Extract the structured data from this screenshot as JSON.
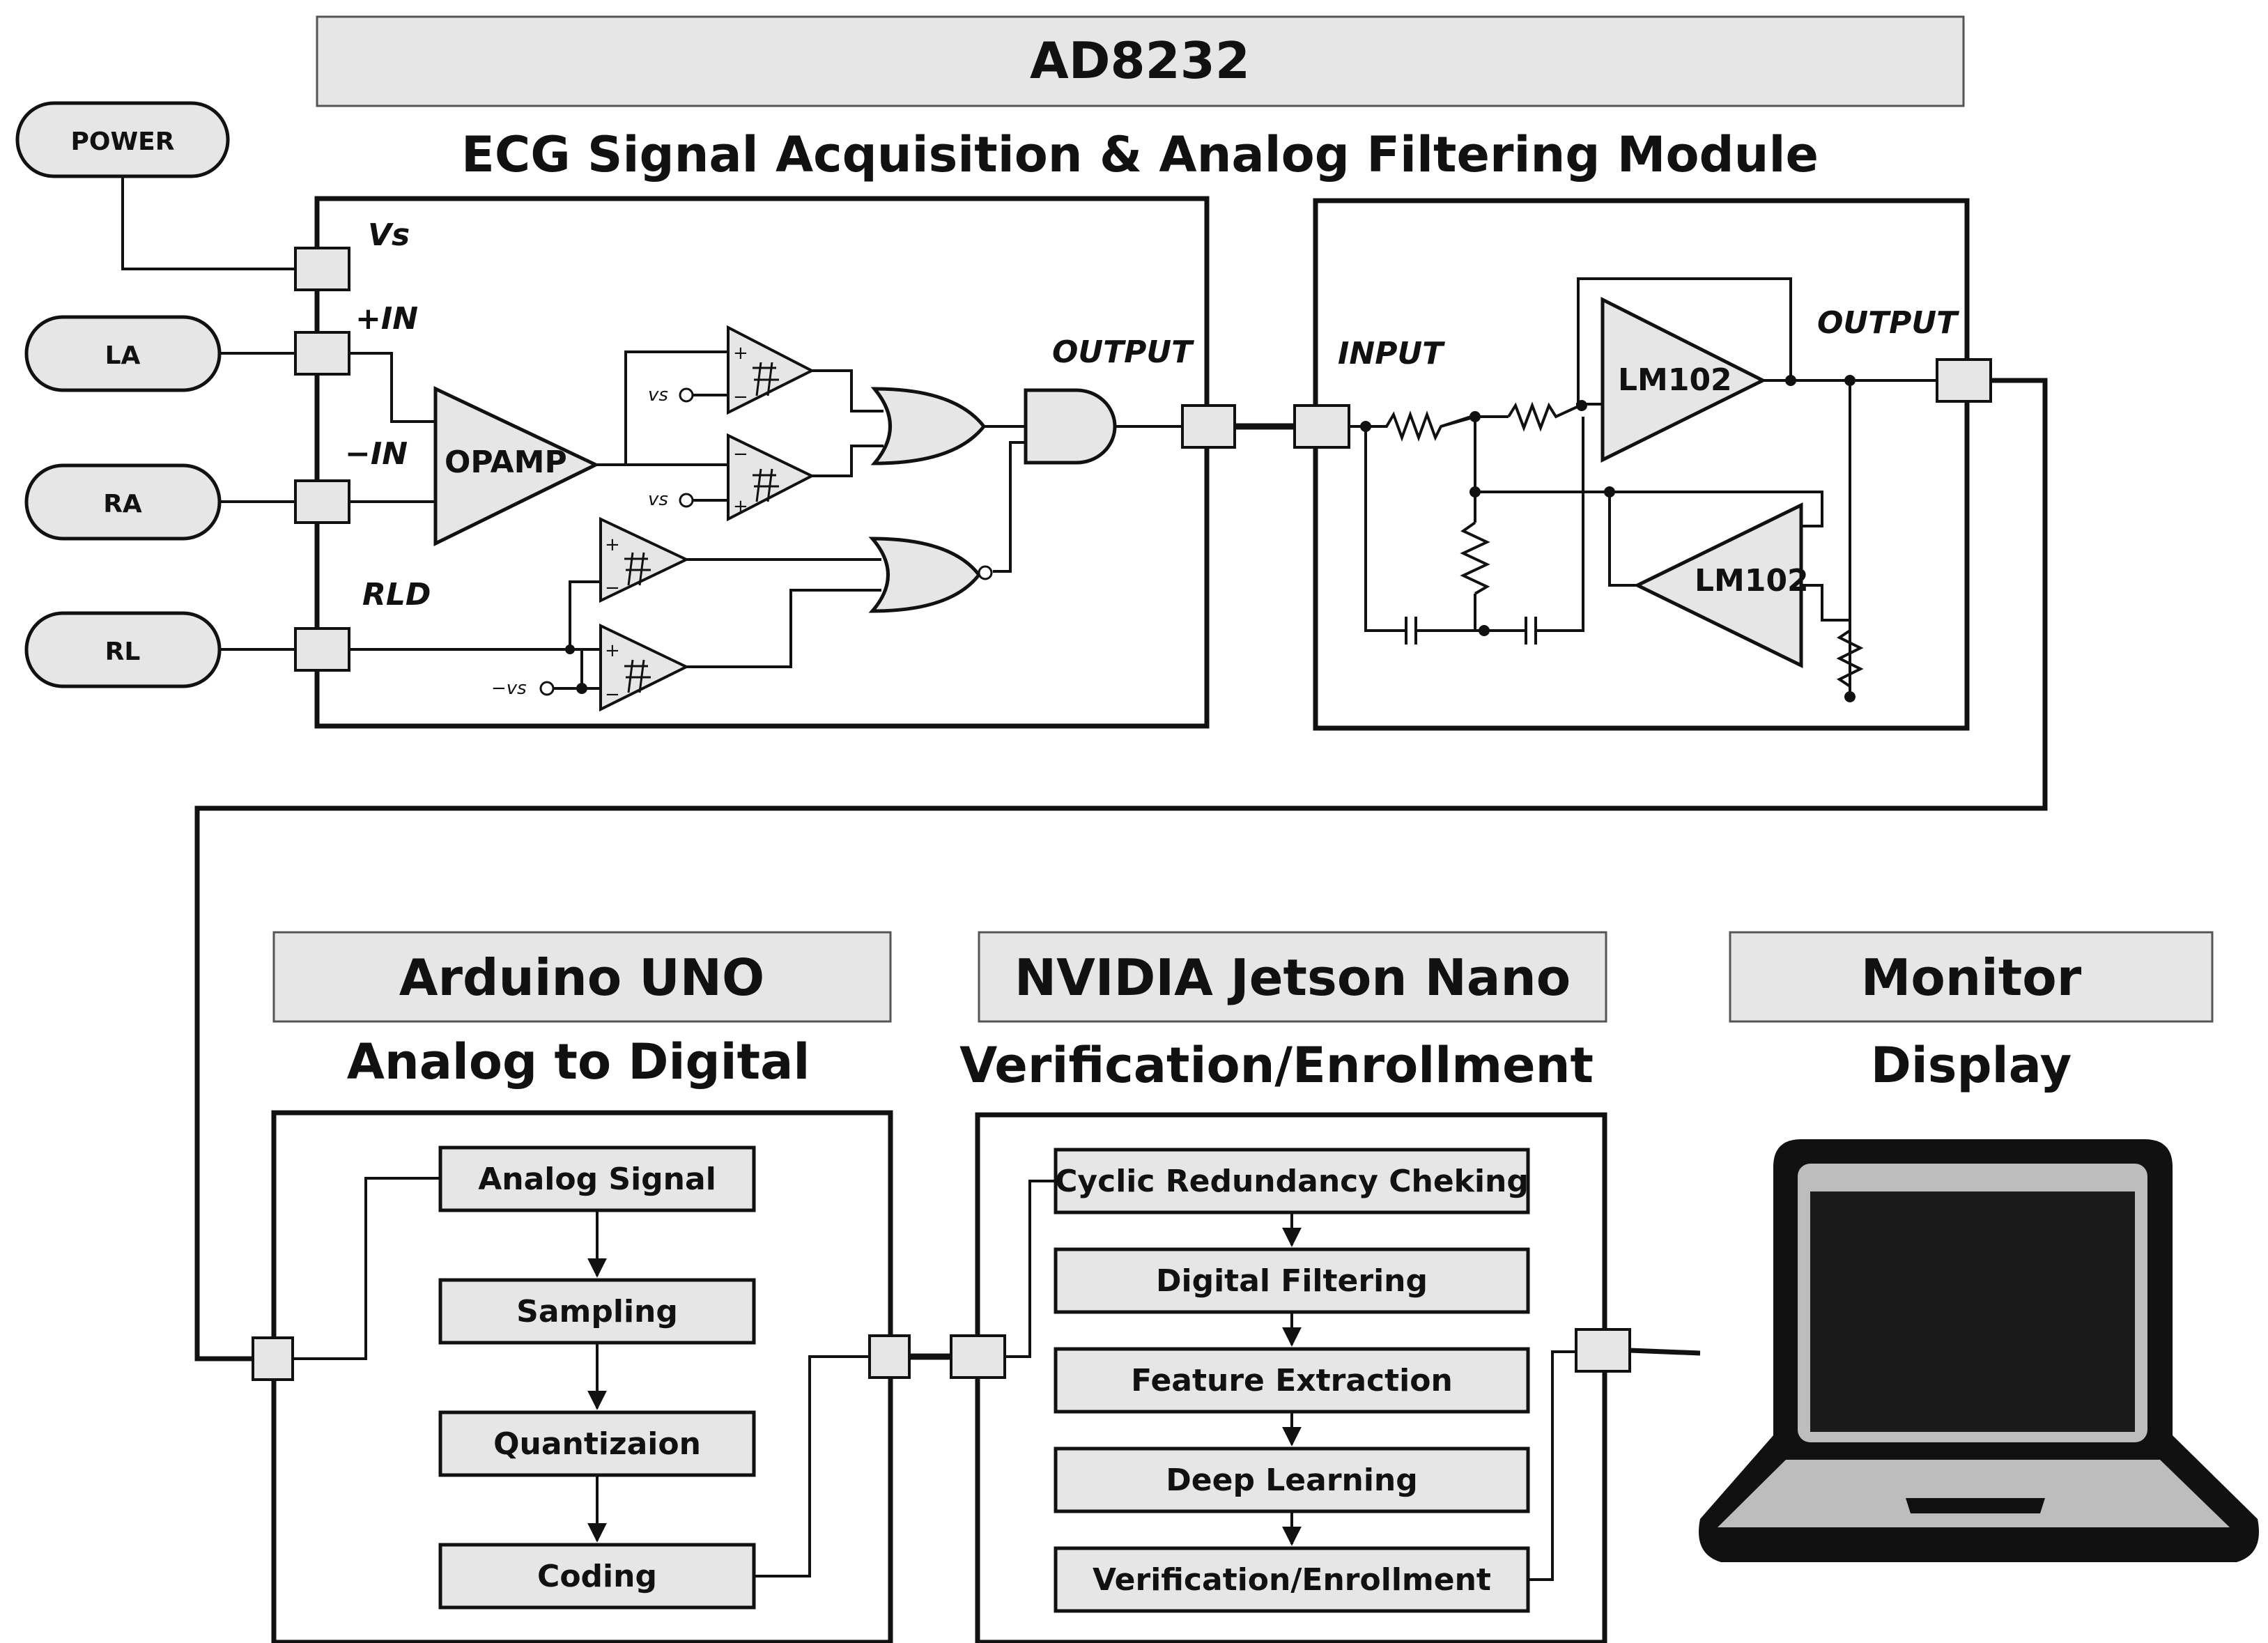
{
  "ad8232": {
    "chip_title": "AD8232",
    "module_title": "ECG Signal Acquisition & Analog Filtering Module",
    "inputs": [
      "POWER",
      "LA",
      "RA",
      "RL"
    ],
    "pins": {
      "vs": "Vs",
      "plus_in": "+IN",
      "minus_in": "−IN",
      "rld": "RLD",
      "output": "OUTPUT"
    },
    "opamp_label": "OPAMP",
    "comparator_ref_vs": "vs",
    "comparator_ref_minus_vs": "−vs",
    "comparator_plus": "+",
    "comparator_minus": "−"
  },
  "filter": {
    "input_label": "INPUT",
    "output_label": "OUTPUT",
    "amp1_label": "LM102",
    "amp2_label": "LM102"
  },
  "arduino": {
    "title": "Arduino UNO",
    "subtitle": "Analog to Digital",
    "steps": [
      "Analog Signal",
      "Sampling",
      "Quantizaion",
      "Coding"
    ]
  },
  "jetson": {
    "title": "NVIDIA Jetson Nano",
    "subtitle": "Verification/Enrollment",
    "steps": [
      "Cyclic Redundancy Cheking",
      "Digital Filtering",
      "Feature Extraction",
      "Deep Learning",
      "Verification/Enrollment"
    ]
  },
  "monitor": {
    "title": "Monitor",
    "subtitle": "Display",
    "icon": "laptop-icon"
  },
  "colors": {
    "header_fill": "#e6e6e6",
    "box_fill": "#e6e6e6",
    "stroke": "#111111",
    "laptop_body": "#111111",
    "laptop_gray": "#bdbdbd",
    "laptop_screen": "#1a1a1a"
  }
}
